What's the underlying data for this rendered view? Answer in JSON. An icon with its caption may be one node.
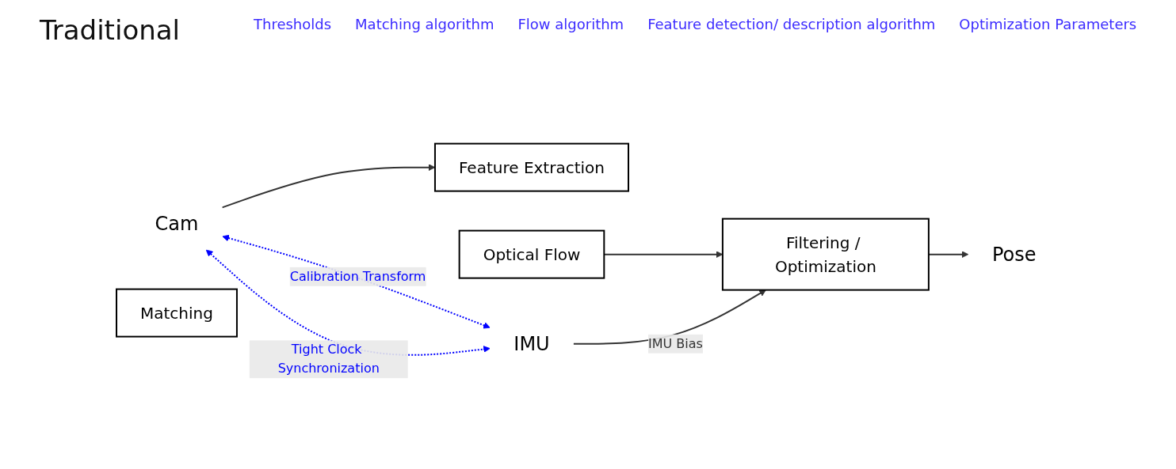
{
  "diagram": {
    "title": "Traditional",
    "nodes": [
      {
        "text": [
          "Cam"
        ]
      },
      {
        "text": [
          "Feature Extraction"
        ]
      },
      {
        "text": [
          "Matching"
        ]
      },
      {
        "text": [
          "Optical Flow"
        ]
      },
      {
        "text": [
          "IMU"
        ]
      },
      {
        "text": [
          "Filtering / Optimization"
        ]
      },
      {
        "text": [
          "Pose"
        ]
      }
    ],
    "edges": [
      {
        "from": 0,
        "to": 1,
        "arrow": "to"
      },
      {
        "from": 0,
        "to": 4,
        "arrow": "both",
        "label": "Calibration Transform",
        "style": "dashed",
        "color": "#0000ff"
      },
      {
        "from": 0,
        "to": 4,
        "arrow": "both",
        "label": "Tight Clock Synchronization",
        "style": "dashed",
        "color": "#0000ff"
      },
      {
        "from": 3,
        "to": 5,
        "arrow": "to"
      },
      {
        "from": 4,
        "to": 5,
        "arrow": "to",
        "label": "IMU Bias"
      },
      {
        "from": 5,
        "to": 6,
        "arrow": "to"
      }
    ],
    "labels": [
      "Thresholds",
      "Matching algorithm",
      "Flow algorithm",
      "Feature detection/ description algorithm",
      "Optimization Parameters"
    ]
  }
}
